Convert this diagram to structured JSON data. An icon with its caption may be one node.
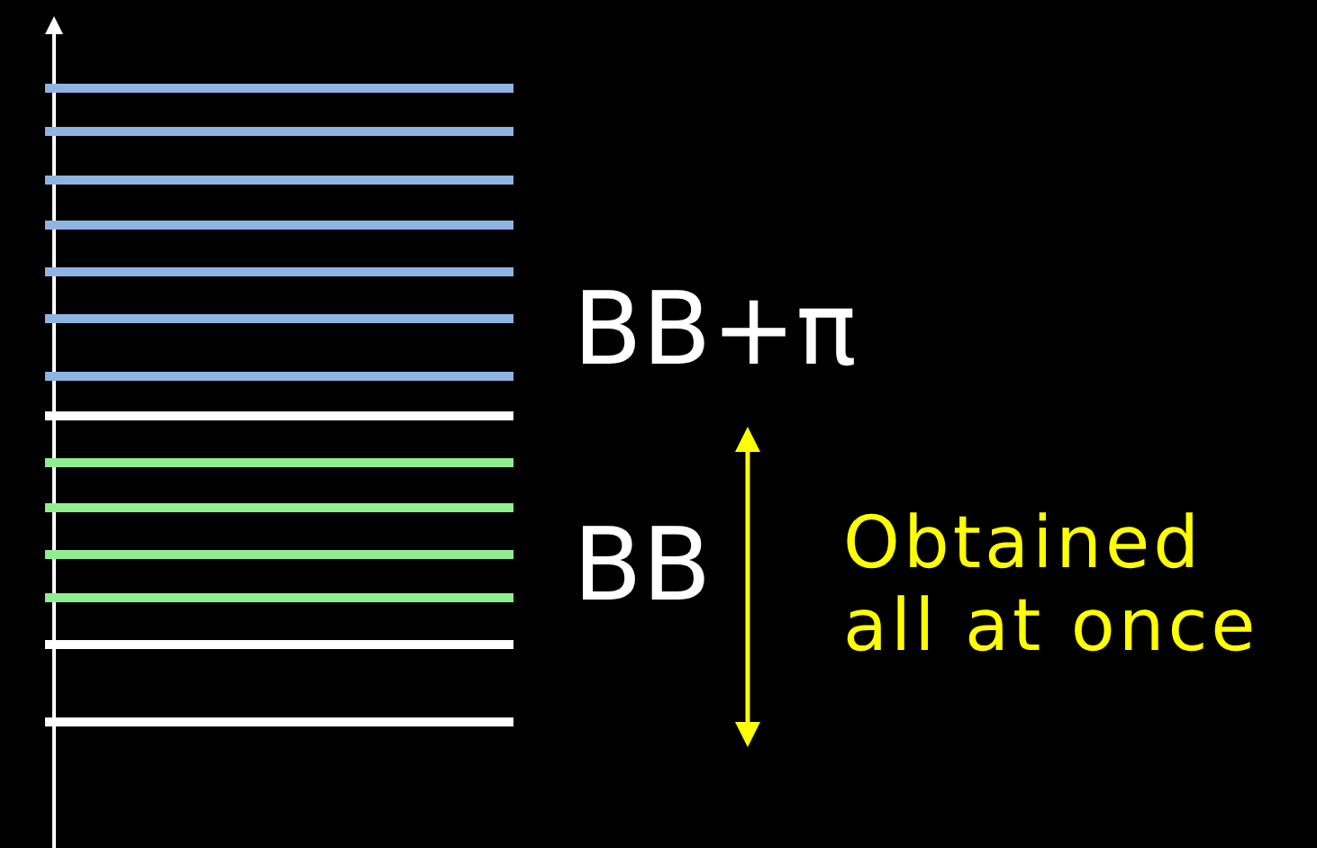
{
  "diagram": {
    "labels": [
      "BB+π",
      "BB",
      "Obtained all at once"
    ]
  }
}
